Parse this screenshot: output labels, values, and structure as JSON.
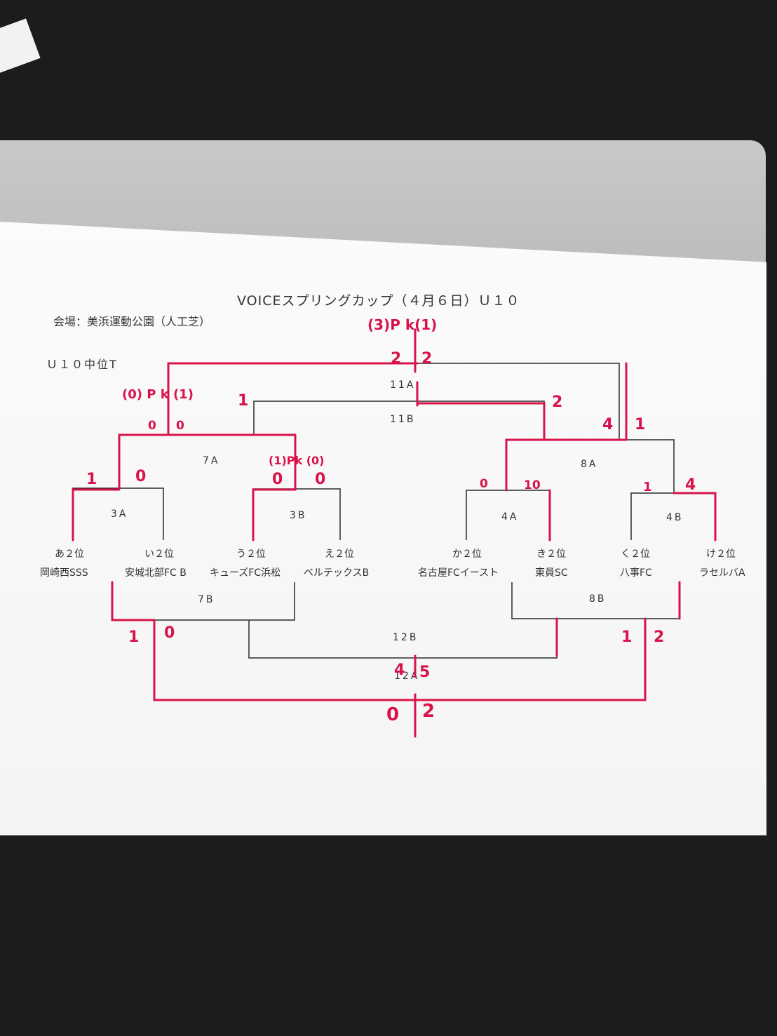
{
  "sheet": {
    "title": "VOICEスプリングカップ（４月６日）Ｕ１０",
    "venue": "会場：美浜運動公園（人工芝）",
    "section": "Ｕ１０中位T"
  },
  "matches": {
    "m3a": "3A",
    "m3b": "3B",
    "m4a": "4A",
    "m4b": "4B",
    "m7a": "7A",
    "m8a": "8A",
    "m7b": "7B",
    "m8b": "8B",
    "m11a": "11A",
    "m11b": "11B",
    "m12a": "12A",
    "m12b": "12B"
  },
  "teams": [
    {
      "slot": "あ２位",
      "name": "岡崎西SSS"
    },
    {
      "slot": "い２位",
      "name": "安城北部FC B"
    },
    {
      "slot": "う２位",
      "name": "キューズFC浜松"
    },
    {
      "slot": "え２位",
      "name": "ベルテックスB"
    },
    {
      "slot": "か２位",
      "name": "名古屋FCイースト"
    },
    {
      "slot": "き２位",
      "name": "東員SC"
    },
    {
      "slot": "く２位",
      "name": "八事FC"
    },
    {
      "slot": "け２位",
      "name": "ラセルバA"
    }
  ],
  "scores": {
    "s3a_l": "1",
    "s3a_r": "0",
    "s3b_l": "0",
    "s3b_r": "0",
    "s3b_pk": "(1)Pk (0)",
    "s7a_l": "0",
    "s7a_r": "0",
    "s7a_pk": "(0) P k (1)",
    "s11b_l": "1",
    "s11b_r": "2",
    "s11a_l": "2",
    "s11a_r": "2",
    "s11a_pk": "(3)P k(1)",
    "s4a_l": "0",
    "s4a_r": "10",
    "s4b_l": "1",
    "s4b_r": "4",
    "s8a_l": "4",
    "s8a_r": "1",
    "s7b_l": "1",
    "s7b_r": "0",
    "s8b_l": "1",
    "s8b_r": "2",
    "s12b_l": "4",
    "s12b_r": "5",
    "s12a_l": "0",
    "s12a_r": "2"
  },
  "colors": {
    "ink": "#d8134a",
    "line": "#2a2a2a"
  }
}
